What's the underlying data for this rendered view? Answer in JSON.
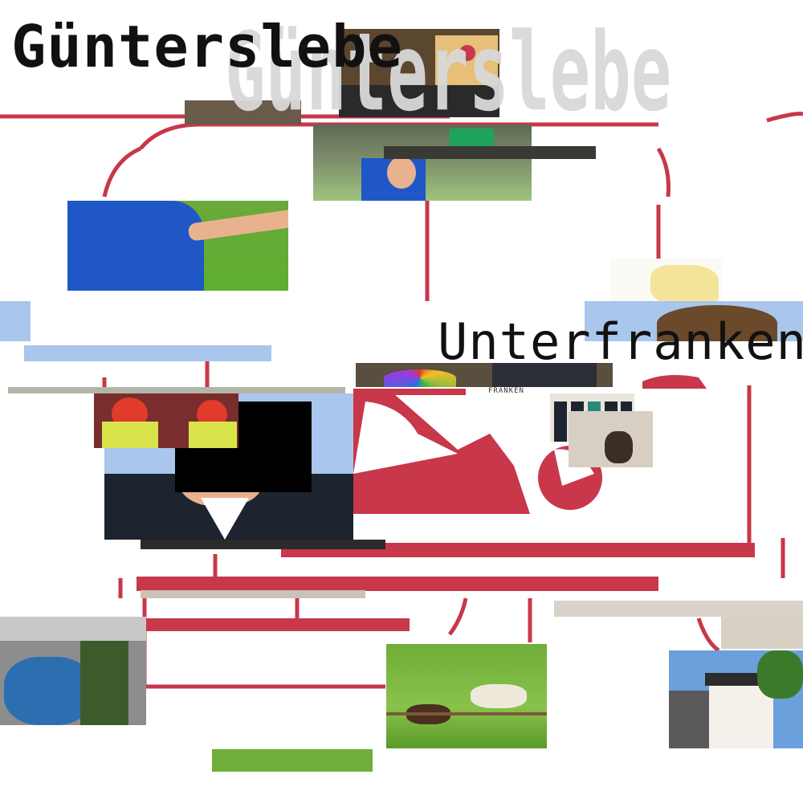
{
  "title": "Günterslebe",
  "title_ghost": "Günterslebe",
  "subtitle": "Unterfranken",
  "map_label": "FRANKEN",
  "colors": {
    "logo_red": "#c8374a",
    "sky_blue": "#a9c6ec",
    "grass_green": "#5fae2f",
    "jersey_blue": "#1f57c7",
    "dark_suit": "#1d2430",
    "ink": "#111111"
  },
  "icons": [
    "logo-mark-icon"
  ],
  "tiles": [
    "soccer-player-photo",
    "soccer-crowd-photo",
    "stage-building-photo",
    "carnival-clowns-photo",
    "suited-man-photo",
    "map-of-franconia",
    "group-portrait-photo",
    "award-object-photo",
    "parade-photo",
    "horses-pasture-photo",
    "half-timbered-tower-photo",
    "grass-strip-photo",
    "umbrella-strip-photo"
  ]
}
